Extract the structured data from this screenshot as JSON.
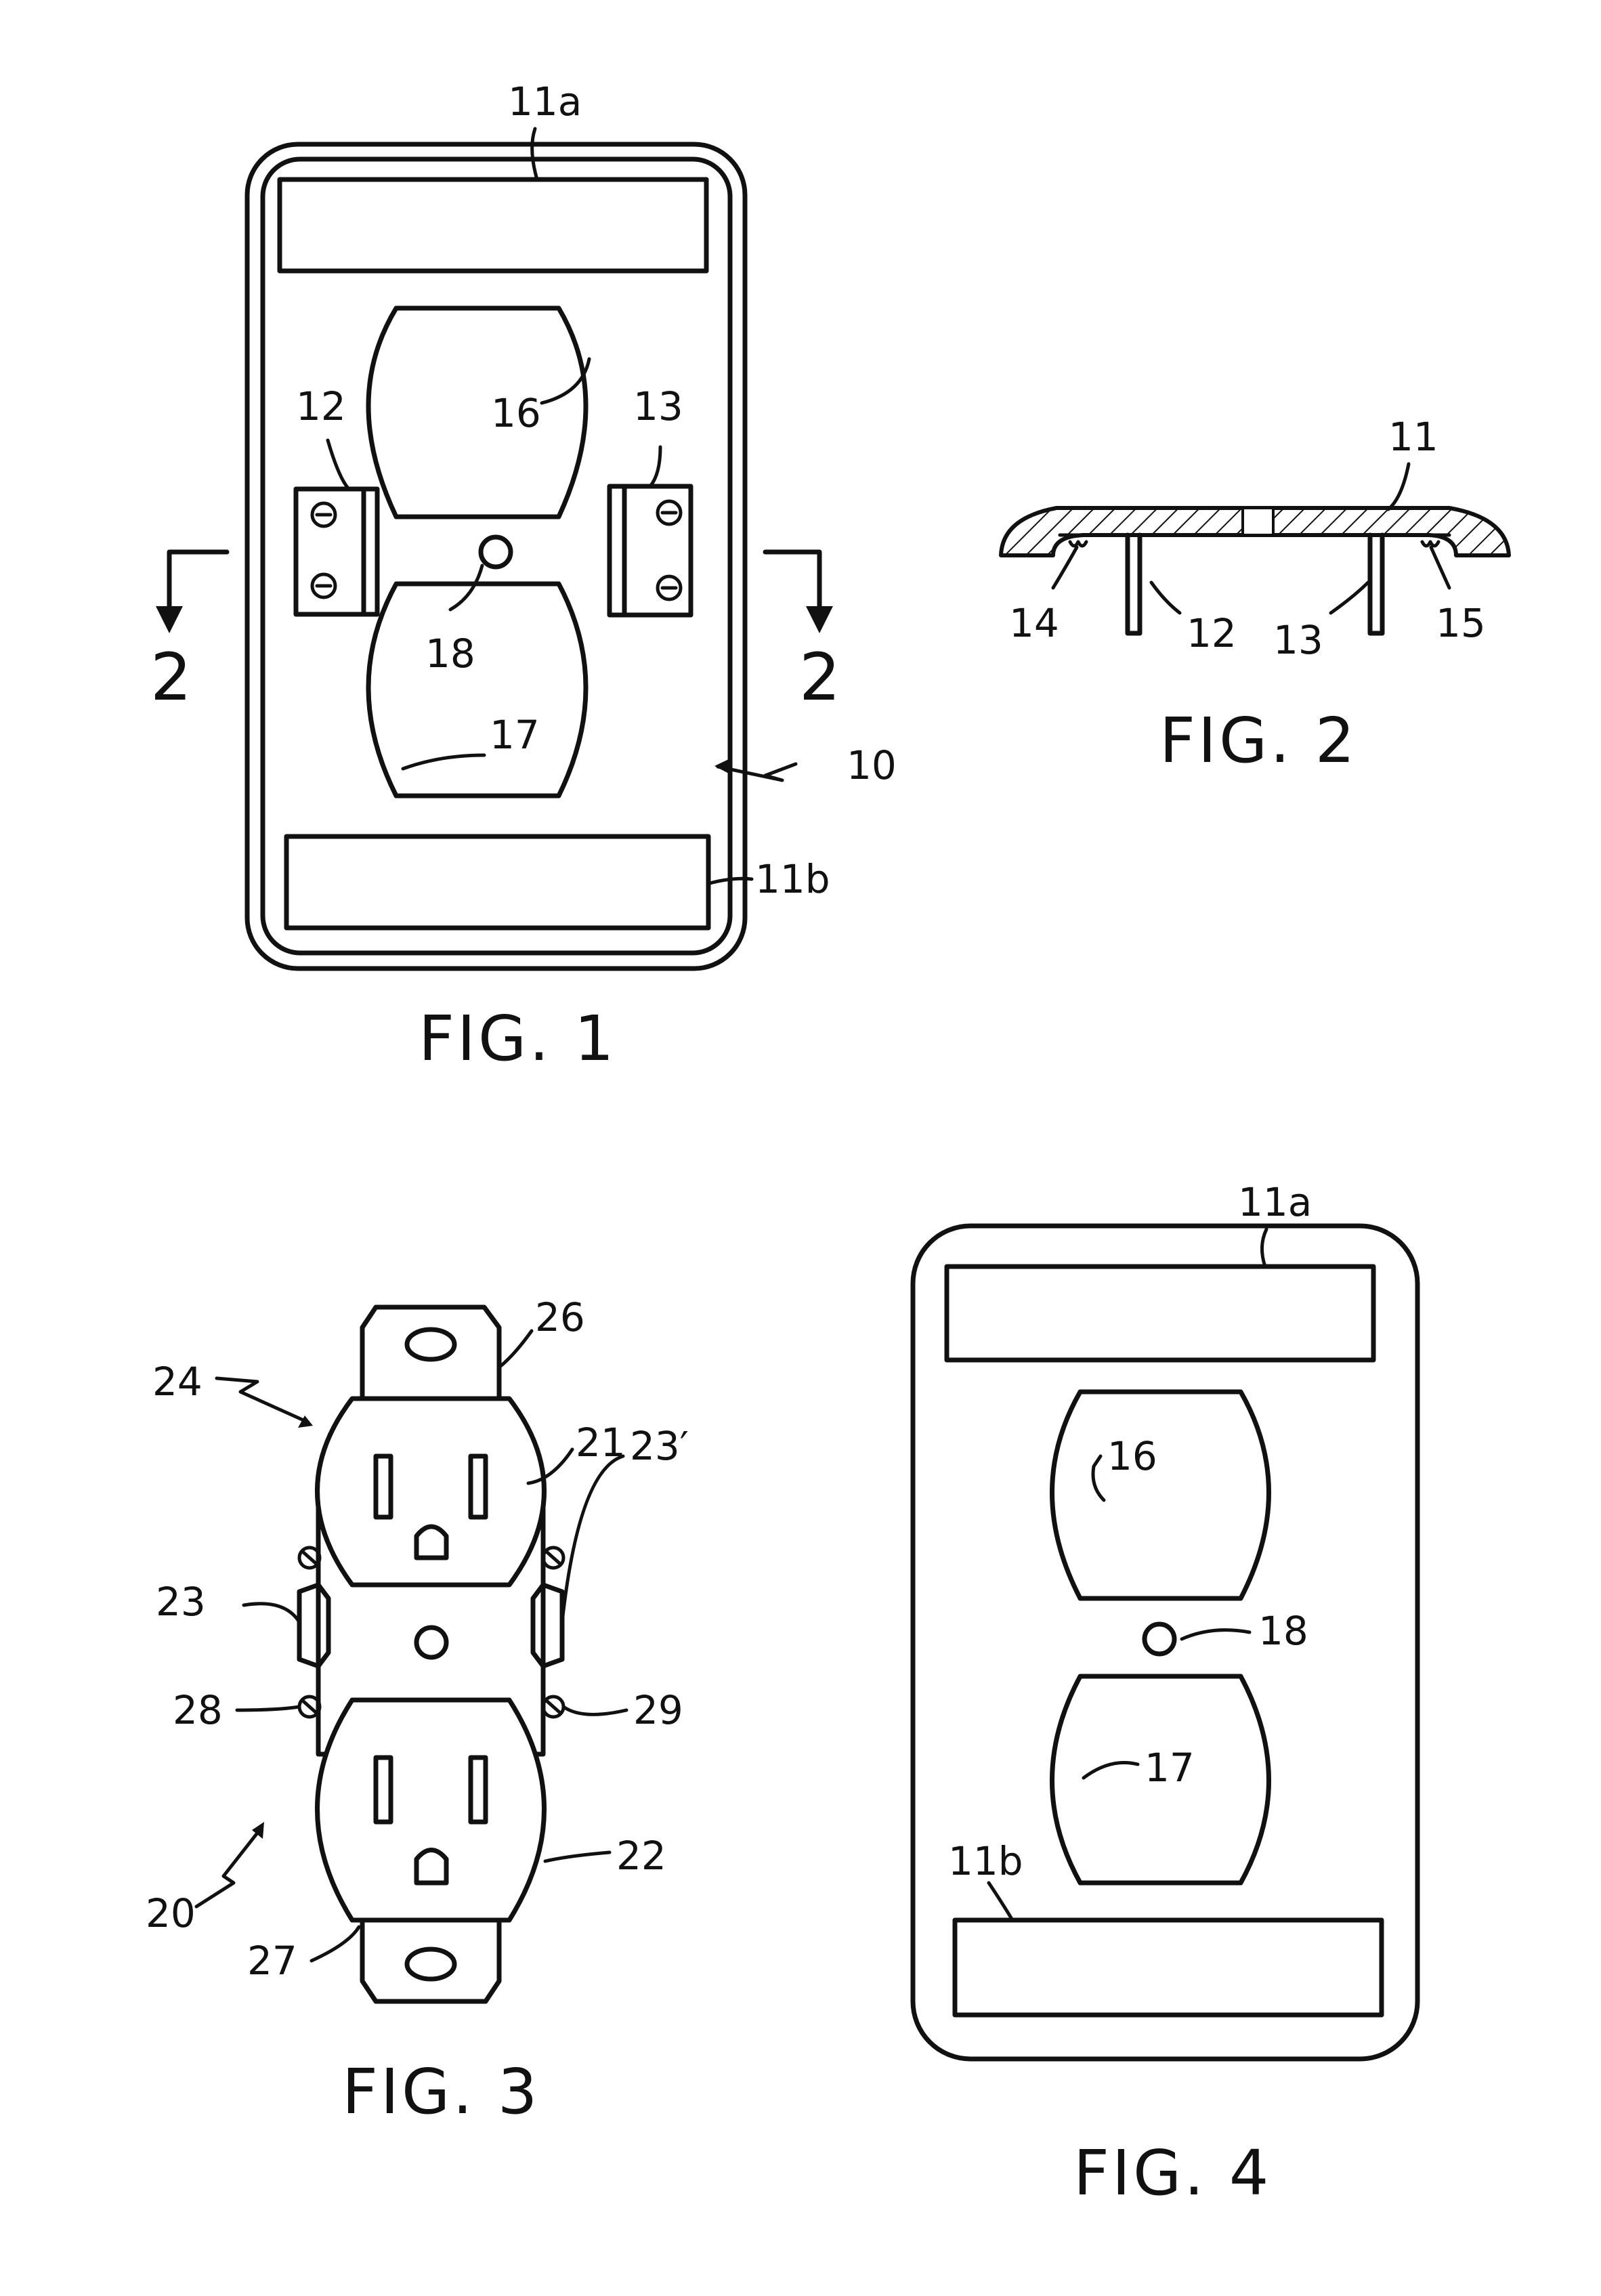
{
  "fig1": {
    "caption": "FIG. 1",
    "labels": {
      "l11a": "11a",
      "l11b": "11b",
      "l12": "12",
      "l13": "13",
      "l16": "16",
      "l17": "17",
      "l18": "18",
      "l10": "10"
    },
    "section_marker": "2"
  },
  "fig2": {
    "caption": "FIG. 2",
    "labels": {
      "l11": "11",
      "l12": "12",
      "l13": "13",
      "l14": "14",
      "l15": "15"
    }
  },
  "fig3": {
    "caption": "FIG. 3",
    "labels": {
      "l20": "20",
      "l21": "21",
      "l22": "22",
      "l23": "23",
      "l23p": "23′",
      "l24": "24",
      "l26": "26",
      "l27": "27",
      "l28": "28",
      "l29": "29"
    }
  },
  "fig4": {
    "caption": "FIG. 4",
    "labels": {
      "l11a": "11a",
      "l11b": "11b",
      "l16": "16",
      "l17": "17",
      "l18": "18"
    }
  }
}
